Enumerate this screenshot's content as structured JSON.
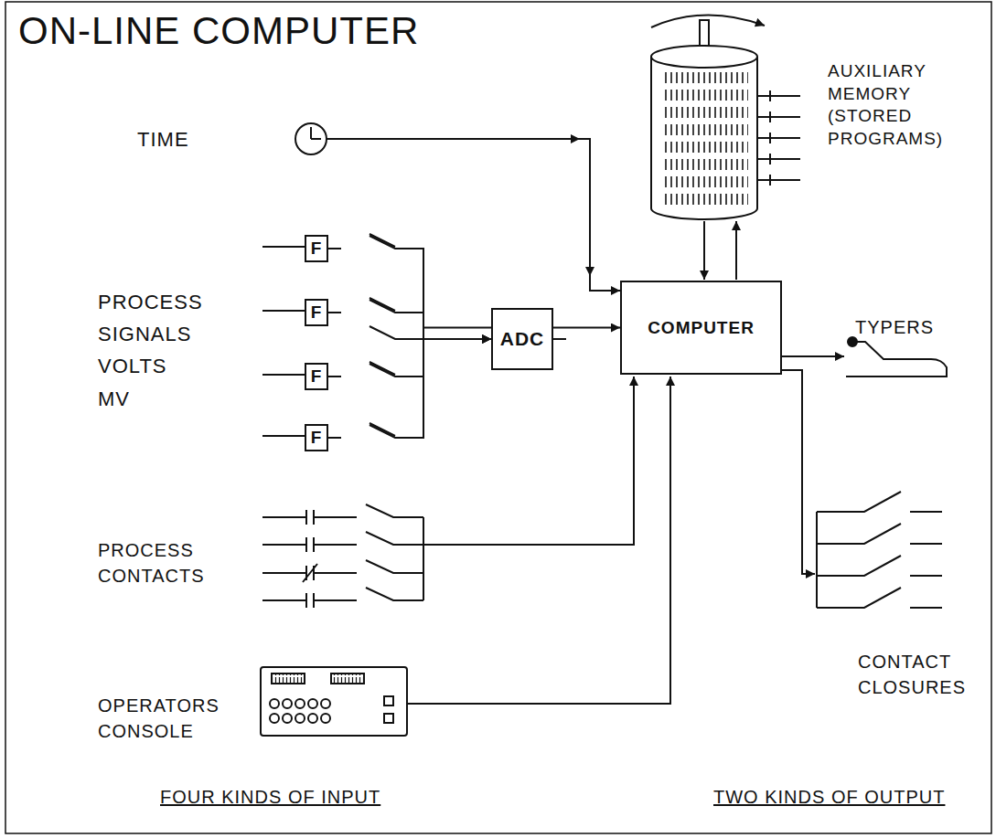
{
  "diagram": {
    "title": "ON-LINE COMPUTER",
    "nodes": [
      {
        "text": [
          "F"
        ]
      },
      {
        "text": [
          "F"
        ]
      },
      {
        "text": [
          "F"
        ]
      },
      {
        "text": [
          "F"
        ]
      },
      {
        "text": [
          "ADC"
        ]
      },
      {
        "text": [
          "COMPUTER"
        ]
      }
    ],
    "edges": [
      {
        "from": 0,
        "to": 4,
        "arrow": "to"
      },
      {
        "from": 1,
        "to": 4,
        "arrow": "to"
      },
      {
        "from": 2,
        "to": 4,
        "arrow": "to"
      },
      {
        "from": 3,
        "to": 4,
        "arrow": "to"
      },
      {
        "from": 4,
        "to": 5,
        "arrow": "to"
      }
    ],
    "labels": [
      "TIME",
      "AUXILIARY MEMORY (STORED PROGRAMS)",
      "PROCESS SIGNALS VOLTS MV",
      "TYPERS",
      "PROCESS CONTACTS",
      "CONTACT CLOSURES",
      "OPERATORS CONSOLE",
      "FOUR KINDS OF INPUT",
      "TWO KINDS OF OUTPUT"
    ]
  }
}
